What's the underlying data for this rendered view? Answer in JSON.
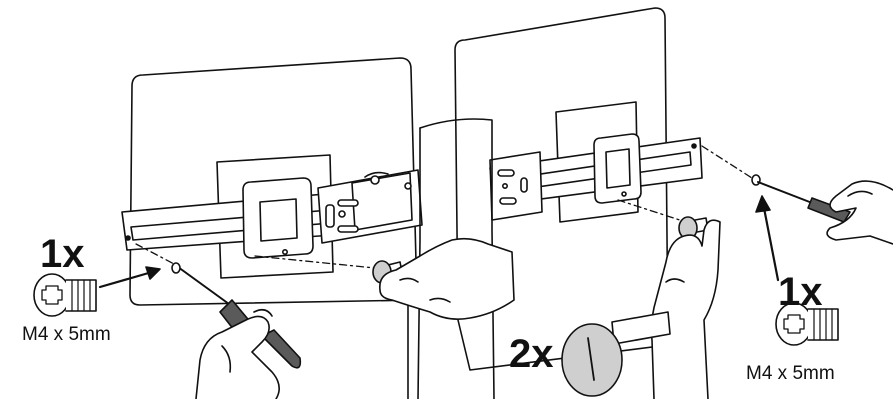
{
  "callouts": {
    "left_screw": {
      "quantity": "1x",
      "spec": "M4 x 5mm"
    },
    "center_knob": {
      "quantity": "2x"
    },
    "right_screw": {
      "quantity": "1x",
      "spec": "M4 x 5mm"
    }
  },
  "colors": {
    "line": "#111111",
    "tool_dark": "#5a5a5a",
    "knob_fill": "#cfcfcf",
    "background": "#ffffff"
  }
}
